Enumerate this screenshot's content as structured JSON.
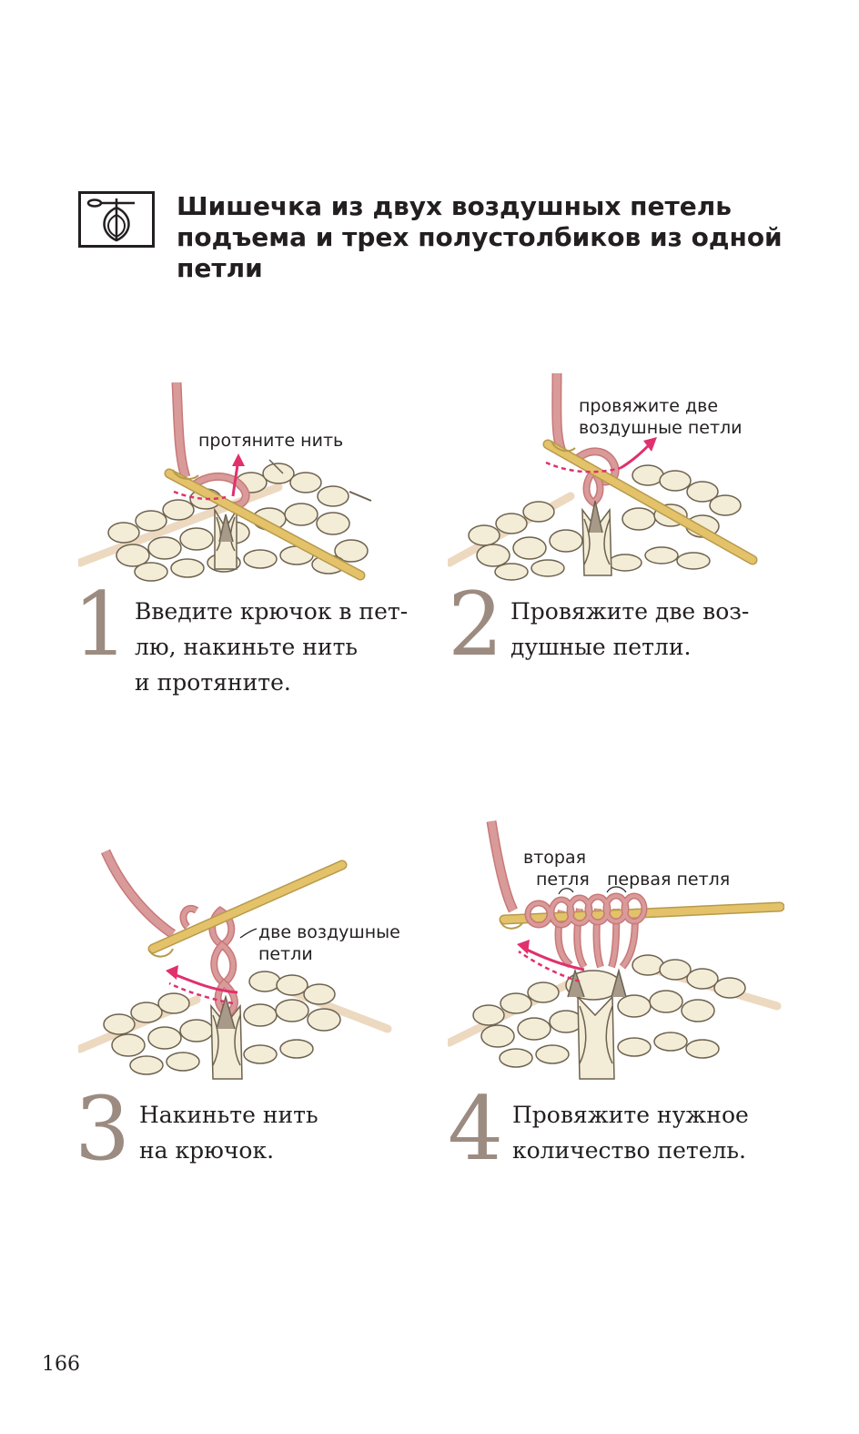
{
  "header": {
    "title_lines": [
      "Шишечка из двух воздушных петель",
      "подъема и трех полустолбиков из одной",
      "петли"
    ],
    "symbol": "puff-stitch-chart-symbol-icon"
  },
  "steps": [
    {
      "number": "1",
      "lines": [
        "Введите крючок в пет-",
        "лю, накиньте нить",
        "и протяните."
      ],
      "callouts": [
        "протяните нить"
      ]
    },
    {
      "number": "2",
      "lines": [
        "Провяжите две воз-",
        "душные петли."
      ],
      "callouts": [
        "провяжите две",
        "воздушные петли"
      ]
    },
    {
      "number": "3",
      "lines": [
        "Накиньте нить",
        "на крючок."
      ],
      "callouts": [
        "две воздушные",
        "петли"
      ]
    },
    {
      "number": "4",
      "lines": [
        "Провяжите нужное",
        "количество петель."
      ],
      "callouts": [
        "вторая",
        "петля",
        "первая петля"
      ]
    }
  ],
  "page_number": "166",
  "colors": {
    "yarn_pink": "#d99a9a",
    "hook_yellow": "#e3c26a",
    "needle_beige": "#ecd9c0",
    "fabric_cream": "#f3ecd6",
    "arrow_magenta": "#e0306e",
    "step_number_taupe": "#9c8b80"
  }
}
